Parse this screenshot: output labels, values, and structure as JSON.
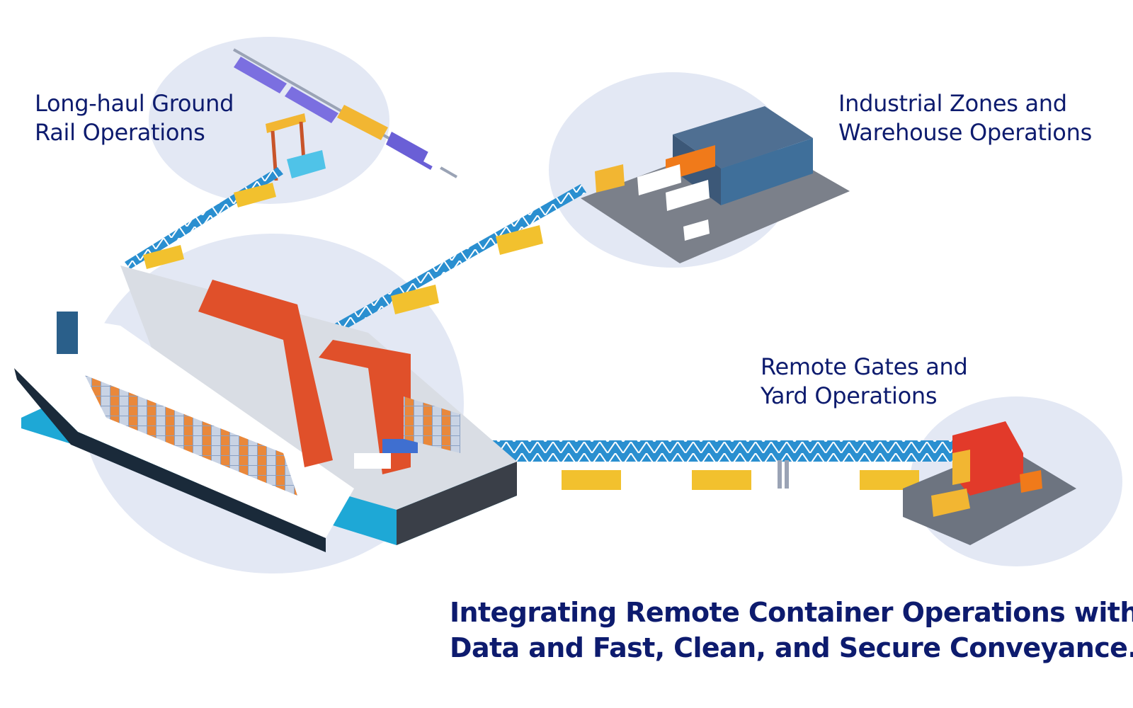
{
  "labels": {
    "rail": {
      "line1": "Long-haul Ground",
      "line2": "Rail Operations"
    },
    "industrial": {
      "line1": "Industrial Zones and",
      "line2": "Warehouse Operations"
    },
    "gates": {
      "line1": "Remote Gates and",
      "line2": "Yard Operations"
    }
  },
  "tagline": {
    "line1": "Integrating Remote Container Operations with",
    "line2": "Data and Fast, Clean, and Secure Conveyance."
  },
  "colors": {
    "text": "#0d1b6e",
    "bubble": "#e3e8f4",
    "conveyor": "#2a8fd0",
    "pod": "#f2c12e",
    "crane": "#e0502a",
    "water": "#1ea8d6",
    "train": "#7b6fe0",
    "warehouse": "#3f6f9a"
  }
}
